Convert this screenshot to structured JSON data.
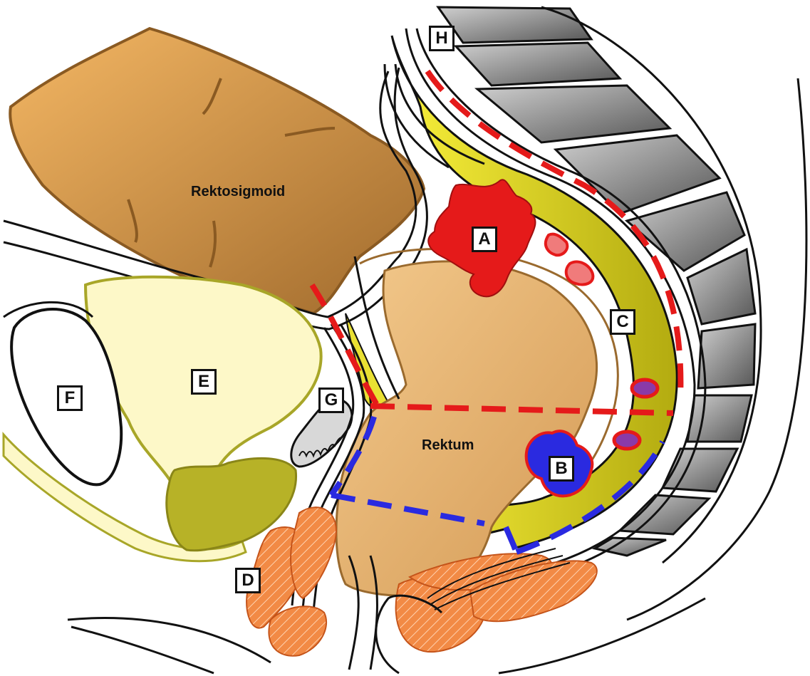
{
  "organs": {
    "rectosigmoid": "Rektosigmoid",
    "rectum": "Rektum"
  },
  "labels": {
    "a": "A",
    "b": "B",
    "c": "C",
    "d": "D",
    "e": "E",
    "f": "F",
    "g": "G",
    "h": "H"
  },
  "colors": {
    "outline": "#111111",
    "bowel": "#b7803f",
    "rectum_fill": "#e6b272",
    "mesorectum": "#e9e033",
    "bladder": "#fdf8c8",
    "prostate": "#b7b227",
    "muscle": "#f07f3a",
    "bone": "#7d7d7d",
    "tumor_red": "#e51a1a",
    "tumor_blue": "#2a2ae0",
    "line_red": "#e51a1a",
    "line_blue": "#2a2ae0"
  }
}
